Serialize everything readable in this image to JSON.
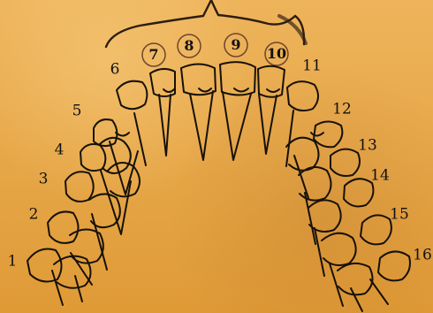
{
  "labels": [
    "1",
    "2",
    "3",
    "4",
    "5",
    "6",
    "7",
    "8",
    "9",
    "10",
    "11",
    "12",
    "13",
    "14",
    "15",
    "16"
  ],
  "colors": {
    "background": "#e7a94a",
    "ink": "#111111"
  }
}
